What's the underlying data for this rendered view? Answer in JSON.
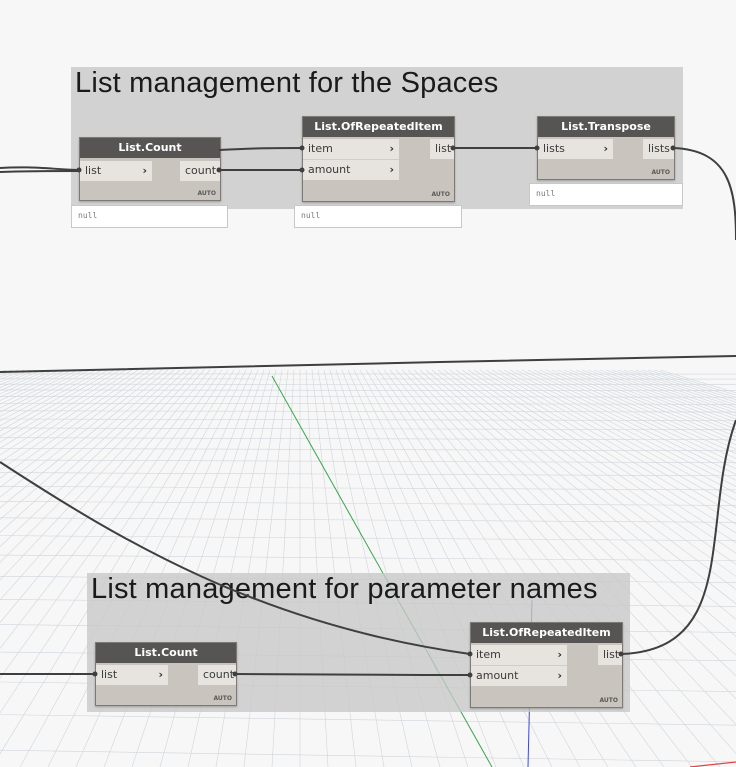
{
  "groups": [
    {
      "title": "List management for the Spaces"
    },
    {
      "title": "List management for parameter names"
    }
  ],
  "nodes": {
    "count_top": {
      "title": "List.Count",
      "inputs": [
        "list"
      ],
      "outputs": [
        "count"
      ],
      "lacing": "AUTO",
      "preview": "null"
    },
    "repeat_top": {
      "title": "List.OfRepeatedItem",
      "inputs": [
        "item",
        "amount"
      ],
      "outputs": [
        "list"
      ],
      "lacing": "AUTO",
      "preview": "null"
    },
    "transpose_top": {
      "title": "List.Transpose",
      "inputs": [
        "lists"
      ],
      "outputs": [
        "lists"
      ],
      "lacing": "AUTO",
      "preview": "null"
    },
    "count_bottom": {
      "title": "List.Count",
      "inputs": [
        "list"
      ],
      "outputs": [
        "count"
      ],
      "lacing": "AUTO"
    },
    "repeat_bottom": {
      "title": "List.OfRepeatedItem",
      "inputs": [
        "item",
        "amount"
      ],
      "outputs": [
        "list"
      ],
      "lacing": "AUTO"
    }
  },
  "colors": {
    "canvas": "#f7f7f7",
    "group": "#c8c8c8",
    "node_header": "#575554",
    "node_body": "#c9c5be",
    "port": "#e7e4df",
    "wire": "#3f3f3f",
    "grid": "#cfd6dc",
    "axis_green": "#3aa64a",
    "axis_blue": "#3b49d6",
    "axis_red": "#e04040"
  }
}
